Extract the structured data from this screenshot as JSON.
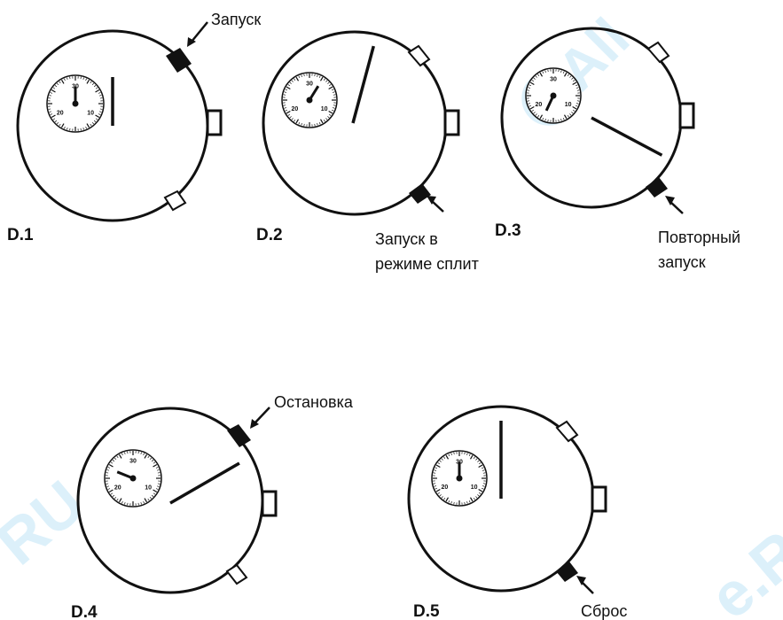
{
  "watermark": {
    "left_fragment": "RU",
    "right_fragment": "e.R",
    "logo_text": "All"
  },
  "figures": [
    {
      "id": "D.1",
      "label": "D.1",
      "callout": [
        "Запуск"
      ],
      "target_button": "top-pusher",
      "second_hand_deg": 0,
      "subdial_hand_deg": 0
    },
    {
      "id": "D.2",
      "label": "D.2",
      "callout": [
        "Запуск в",
        "режиме сплит"
      ],
      "target_button": "bottom-pusher",
      "second_hand_deg": 15,
      "subdial_hand_deg": 32
    },
    {
      "id": "D.3",
      "label": "D.3",
      "callout": [
        "Повторный",
        "запуск"
      ],
      "target_button": "bottom-pusher",
      "second_hand_deg": 118,
      "subdial_hand_deg": 205
    },
    {
      "id": "D.4",
      "label": "D.4",
      "callout": [
        "Остановка"
      ],
      "target_button": "top-pusher",
      "second_hand_deg": 240,
      "subdial_hand_deg": 292
    },
    {
      "id": "D.5",
      "label": "D.5",
      "callout": [
        "Сброс"
      ],
      "target_button": "bottom-pusher",
      "second_hand_deg": 0,
      "subdial_hand_deg": 0
    }
  ],
  "subdial_numerals": [
    "30",
    "10",
    "20"
  ],
  "colors": {
    "ink": "#111111",
    "watermark": "#2aa8e6"
  }
}
